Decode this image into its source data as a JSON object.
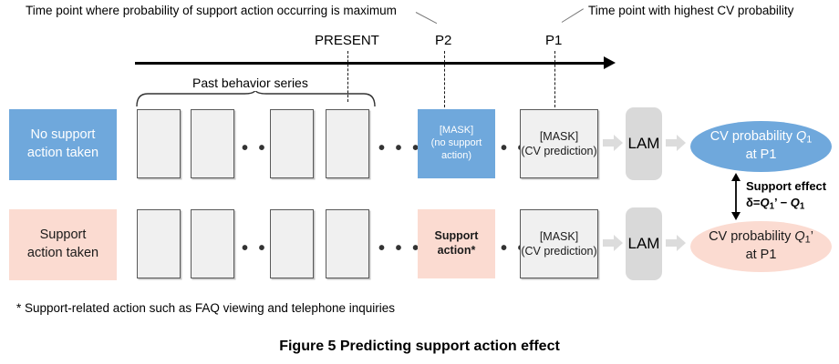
{
  "figure": {
    "caption": "Figure 5  Predicting support action effect",
    "footnote": "* Support-related action such as FAQ viewing and telephone inquiries"
  },
  "annotations": {
    "p2_note": "Time point where probability of support action occurring is maximum",
    "p1_note": "Time point with  highest CV probability"
  },
  "timeline": {
    "present_label": "PRESENT",
    "p2_label": "P2",
    "p1_label": "P1",
    "bracket_label": "Past behavior series"
  },
  "rows": [
    {
      "id": "no-support",
      "label": "No support\naction taken",
      "label_line1": "No support",
      "label_line2": "action taken",
      "color": "#6FA8DC",
      "text_color": "#FFFFFF",
      "p2_box": {
        "line1": "[MASK]",
        "line2": "(no support",
        "line3": "action)"
      },
      "p1_box": {
        "line1": "[MASK]",
        "line2": "(CV prediction)"
      },
      "model_label": "LAM",
      "output": {
        "line1_pre": "CV probability ",
        "line1_var": "Q",
        "line1_sub": "1",
        "line1_post": "",
        "line2": "at P1"
      },
      "ellipsis": "• • •"
    },
    {
      "id": "support",
      "label": "Support\naction taken",
      "label_line1": "Support",
      "label_line2": "action taken",
      "color": "#FBDBD1",
      "text_color": "#1A1A1A",
      "p2_box": {
        "line1": "Support",
        "line2": "action*",
        "line3": ""
      },
      "p1_box": {
        "line1": "[MASK]",
        "line2": "(CV prediction)"
      },
      "model_label": "LAM",
      "output": {
        "line1_pre": "CV probability ",
        "line1_var": "Q",
        "line1_sub": "1",
        "line1_post": "’",
        "line2": "at P1"
      },
      "ellipsis": "• • •"
    }
  ],
  "effect": {
    "title": "Support effect",
    "formula_delta": "δ=",
    "formula_q1prime_var": "Q",
    "formula_q1prime_sub": "1",
    "formula_q1prime_tick": "’",
    "formula_minus": " − ",
    "formula_q1_var": "Q",
    "formula_q1_sub": "1"
  },
  "colors": {
    "blue": "#6FA8DC",
    "pink": "#FBDBD1",
    "box_fill": "#F0F0F0",
    "box_border": "#595959",
    "lam_fill": "#D9D9D9",
    "arrow_fill": "#DCDCDC",
    "line": "#000000"
  },
  "dots": "• • •"
}
